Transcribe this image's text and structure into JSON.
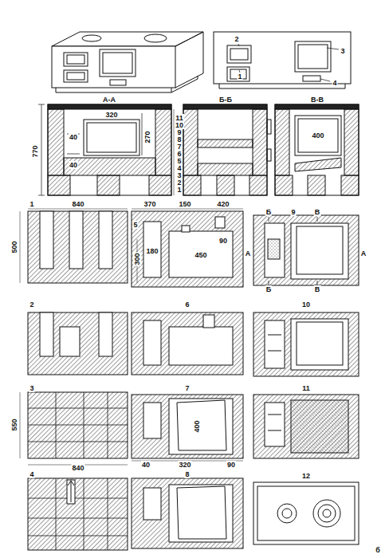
{
  "diagram": {
    "labels": [
      "А-А",
      "Б-Б",
      "В-В",
      "770",
      "40",
      "40",
      "320",
      "270",
      "11",
      "10",
      "9",
      "8",
      "7",
      "6",
      "5",
      "4",
      "3",
      "2",
      "1",
      "400",
      "1",
      "840",
      "500",
      "370",
      "150",
      "420",
      "5",
      "300",
      "180",
      "450",
      "90",
      "Б",
      "9",
      "В",
      "А",
      "А",
      "Б",
      "В",
      "2",
      "6",
      "10",
      "3",
      "550",
      "840",
      "7",
      "400",
      "40",
      "320",
      "90",
      "11",
      "4",
      "8",
      "12",
      "б",
      "2",
      "3",
      "1",
      "4"
    ]
  }
}
